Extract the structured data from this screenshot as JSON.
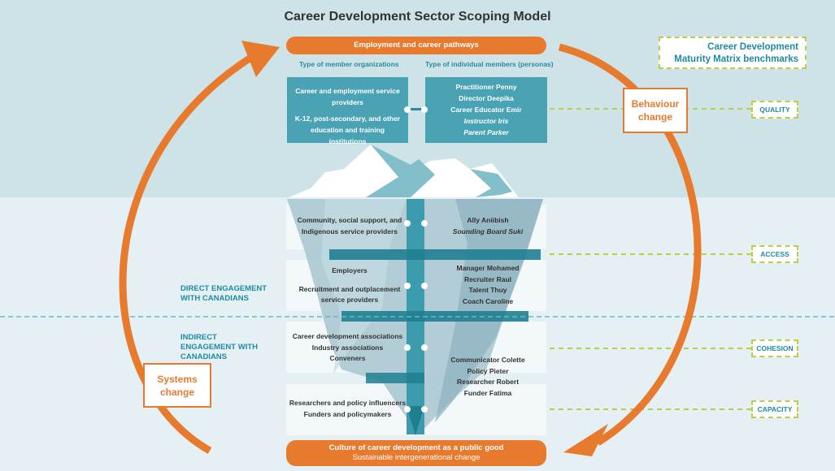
{
  "title": "Career Development Sector Scoping Model",
  "top_pill": "Employment and career pathways",
  "bottom_pill": {
    "main": "Culture of career development as a public good",
    "sub": "Sustainable intergenerational change"
  },
  "column_headers": {
    "organizations": "Type of member organizations",
    "personas": "Type of individual members (personas)"
  },
  "top_boxes": {
    "organizations": [
      "Career and employment service providers",
      "K-12, post-secondary, and other education and training institutions"
    ],
    "personas": [
      {
        "name": "Practitioner Penny",
        "italic": false
      },
      {
        "name": "Director Deepika",
        "italic": false
      },
      {
        "name": "Career Educator Emir",
        "italic": false
      },
      {
        "name": "Instructor Iris",
        "italic": true
      },
      {
        "name": "Parent Parker",
        "italic": true
      }
    ]
  },
  "rows": [
    {
      "organizations": [
        "Community, social support, and Indigenous service providers"
      ],
      "personas": [
        {
          "name": "Ally Aniibish",
          "italic": false
        },
        {
          "name": "Sounding Board Suki",
          "italic": true
        }
      ]
    },
    {
      "organizations": [
        "Employers",
        "Recruitment and outplacement service providers"
      ],
      "personas": [
        {
          "name": "Manager Mohamed",
          "italic": false
        },
        {
          "name": "Recruiter Raul",
          "italic": false
        },
        {
          "name": "Talent Thuy",
          "italic": false
        },
        {
          "name": "Coach Caroline",
          "italic": false
        }
      ]
    },
    {
      "organizations": [
        "Career development associations",
        "Industry associations",
        "Conveners"
      ],
      "personas": [
        {
          "name": "Communicator Colette",
          "italic": false
        },
        {
          "name": "Policy Pieter",
          "italic": false
        },
        {
          "name": "Researcher Robert",
          "italic": false
        },
        {
          "name": "Funder Fatima",
          "italic": false
        }
      ]
    },
    {
      "organizations": [
        "Researchers and policy influencers",
        "Funders and policymakers"
      ],
      "personas": []
    }
  ],
  "engagement": {
    "direct": "DIRECT ENGAGEMENT WITH CANADIANS",
    "indirect": "INDIRECT ENGAGEMENT WITH CANADIANS"
  },
  "benchmarks": {
    "title_line1": "Career Development",
    "title_line2": "Maturity Matrix benchmarks",
    "items": [
      "QUALITY",
      "ACCESS",
      "COHESION",
      "CAPACITY"
    ]
  },
  "cycle": {
    "behaviour_line1": "Behaviour",
    "behaviour_line2": "change",
    "systems_line1": "Systems",
    "systems_line2": "change"
  },
  "colors": {
    "orange": "#e87a2e",
    "teal": "#4aa3b4",
    "dark_teal": "#1f8aa3",
    "benchmark_green": "#bccd4a"
  }
}
